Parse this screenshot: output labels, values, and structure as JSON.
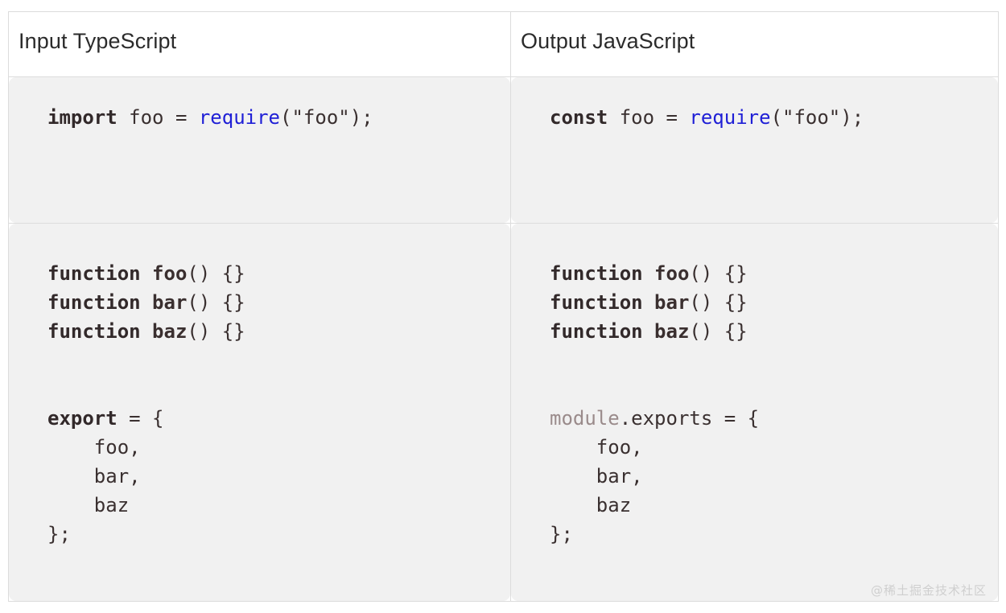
{
  "table": {
    "headers": [
      {
        "label": "Input TypeScript"
      },
      {
        "label": "Output JavaScript"
      }
    ],
    "rows": [
      {
        "id": "import-export-equals",
        "cells": [
          {
            "language": "typescript",
            "code": "import foo = require(\"foo\");",
            "tokens": [
              {
                "t": "import",
                "k": "kw"
              },
              {
                "t": " foo = ",
                "k": "plain"
              },
              {
                "t": "require",
                "k": "builtin"
              },
              {
                "t": "(\"foo\");",
                "k": "punc"
              }
            ]
          },
          {
            "language": "javascript",
            "code": "const foo = require(\"foo\");",
            "tokens": [
              {
                "t": "const",
                "k": "kw"
              },
              {
                "t": " foo = ",
                "k": "plain"
              },
              {
                "t": "require",
                "k": "builtin"
              },
              {
                "t": "(\"foo\");",
                "k": "punc"
              }
            ]
          }
        ]
      },
      {
        "id": "export-object-literal",
        "cells": [
          {
            "language": "typescript",
            "code": "function foo() {}\nfunction bar() {}\nfunction baz() {}\n\nexport = {\n    foo,\n    bar,\n    baz\n};",
            "lines": [
              [
                {
                  "t": "function",
                  "k": "kw"
                },
                {
                  "t": " ",
                  "k": "plain"
                },
                {
                  "t": "foo",
                  "k": "fname"
                },
                {
                  "t": "() {}",
                  "k": "punc"
                }
              ],
              [
                {
                  "t": "function",
                  "k": "kw"
                },
                {
                  "t": " ",
                  "k": "plain"
                },
                {
                  "t": "bar",
                  "k": "fname"
                },
                {
                  "t": "() {}",
                  "k": "punc"
                }
              ],
              [
                {
                  "t": "function",
                  "k": "kw"
                },
                {
                  "t": " ",
                  "k": "plain"
                },
                {
                  "t": "baz",
                  "k": "fname"
                },
                {
                  "t": "() {}",
                  "k": "punc"
                }
              ],
              [],
              [
                {
                  "t": "export",
                  "k": "kw"
                },
                {
                  "t": " = {",
                  "k": "punc"
                }
              ],
              [
                {
                  "t": "    foo,",
                  "k": "plain"
                }
              ],
              [
                {
                  "t": "    bar,",
                  "k": "plain"
                }
              ],
              [
                {
                  "t": "    baz",
                  "k": "plain"
                }
              ],
              [
                {
                  "t": "};",
                  "k": "punc"
                }
              ]
            ]
          },
          {
            "language": "javascript",
            "code": "function foo() {}\nfunction bar() {}\nfunction baz() {}\n\nmodule.exports = {\n    foo,\n    bar,\n    baz\n};",
            "lines": [
              [
                {
                  "t": "function",
                  "k": "kw"
                },
                {
                  "t": " ",
                  "k": "plain"
                },
                {
                  "t": "foo",
                  "k": "fname"
                },
                {
                  "t": "() {}",
                  "k": "punc"
                }
              ],
              [
                {
                  "t": "function",
                  "k": "kw"
                },
                {
                  "t": " ",
                  "k": "plain"
                },
                {
                  "t": "bar",
                  "k": "fname"
                },
                {
                  "t": "() {}",
                  "k": "punc"
                }
              ],
              [
                {
                  "t": "function",
                  "k": "kw"
                },
                {
                  "t": " ",
                  "k": "plain"
                },
                {
                  "t": "baz",
                  "k": "fname"
                },
                {
                  "t": "() {}",
                  "k": "punc"
                }
              ],
              [],
              [
                {
                  "t": "module",
                  "k": "module"
                },
                {
                  "t": ".exports = {",
                  "k": "punc"
                }
              ],
              [
                {
                  "t": "    foo,",
                  "k": "plain"
                }
              ],
              [
                {
                  "t": "    bar,",
                  "k": "plain"
                }
              ],
              [
                {
                  "t": "    baz",
                  "k": "plain"
                }
              ],
              [
                {
                  "t": "};",
                  "k": "punc"
                }
              ]
            ]
          }
        ]
      }
    ]
  },
  "watermark": {
    "text": "@稀土掘金技术社区"
  },
  "colors": {
    "keyword": "#32292a",
    "builtin": "#1f1fd6",
    "module": "#9a8b8b",
    "text": "#3a3030",
    "code_background": "#f1f1f1",
    "border": "#dcdcdc",
    "header_text": "#2b2b2b",
    "watermark": "#cfcfcf"
  }
}
